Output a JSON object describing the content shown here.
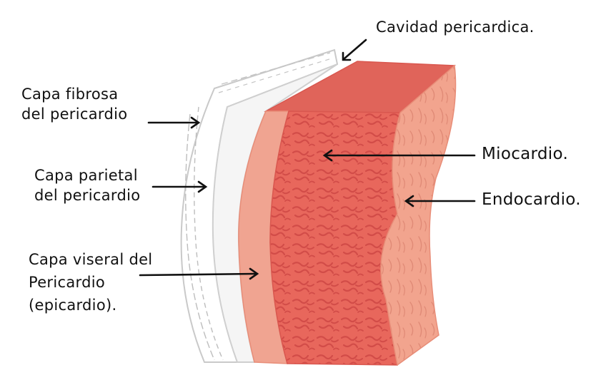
{
  "colors": {
    "fibrous_layer": "#ffffff",
    "fibrous_outline": "#c9c9c9",
    "parietal_layer": "#f5f5f5",
    "epicardium": "#f0a491",
    "myocardium": "#e8675c",
    "myocardium_pattern": "#d24c48",
    "endocardium": "#f2a48e",
    "arrow": "#111111"
  },
  "labels": {
    "cavity": "Cavidad pericardica.",
    "fibrous": [
      "Capa fibrosa",
      "del pericardio"
    ],
    "parietal": [
      "Capa parietal",
      "del pericardio"
    ],
    "visceral": [
      "Capa viseral del",
      "Pericardio",
      "(epicardio)."
    ],
    "myocardium": "Miocardio.",
    "endocardium": "Endocardio."
  }
}
